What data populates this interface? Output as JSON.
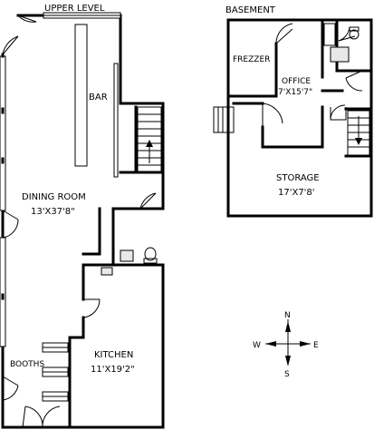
{
  "upper": {
    "title": "UPPER LEVEL",
    "bar": "BAR",
    "dining_room": "DINING ROOM",
    "dining_dims": "13'X37'8\"",
    "booths": "BOOTHS",
    "kitchen": "KITCHEN",
    "kitchen_dims": "11'X19'2\""
  },
  "basement": {
    "title": "BASEMENT",
    "freezer": "FREZZER",
    "office": "OFFICE",
    "office_dims": "7'X15'7\"",
    "storage": "STORAGE",
    "storage_dims": "17'X7'8'"
  },
  "compass": {
    "n": "N",
    "s": "S",
    "e": "E",
    "w": "W"
  },
  "colors": {
    "wall": "#000000",
    "background": "#ffffff",
    "fixture_fill": "#e8e8e8"
  }
}
